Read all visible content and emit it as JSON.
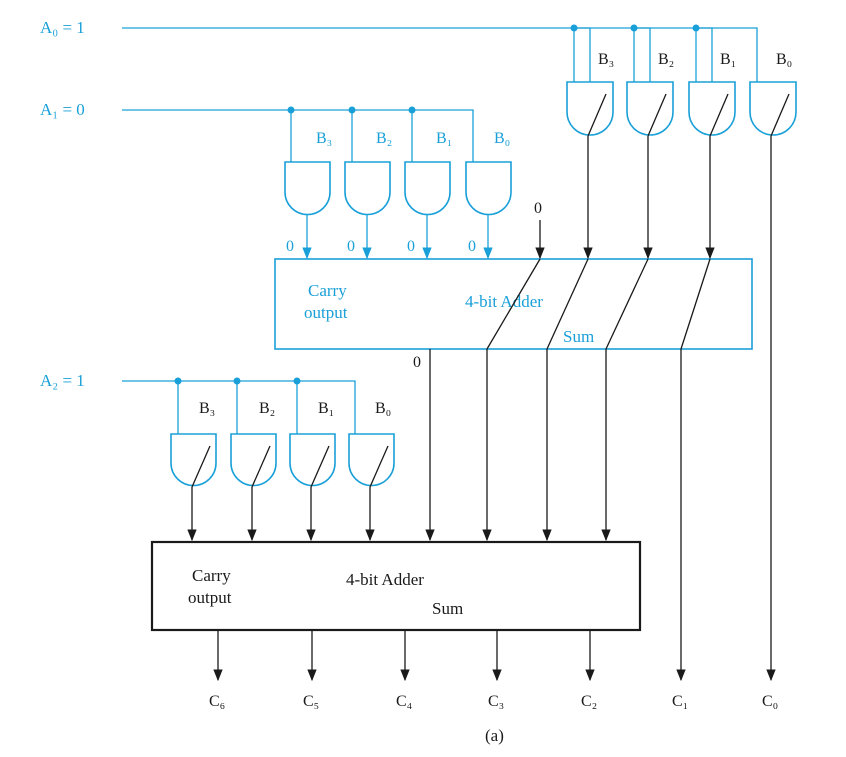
{
  "inputs": {
    "a0": "A₀ = 1",
    "a1": "A₁ = 0",
    "a2": "A₂ = 1"
  },
  "bits": [
    "B₃",
    "B₂",
    "B₁",
    "B₀"
  ],
  "row1_outputs": [
    "0",
    "0",
    "0",
    "0"
  ],
  "adder1": {
    "carry_line1": "Carry",
    "carry_line2": "output",
    "title": "4-bit Adder",
    "sum": "Sum",
    "extra_input": "0",
    "carry_value": "0"
  },
  "adder2": {
    "carry_line1": "Carry",
    "carry_line2": "output",
    "title": "4-bit Adder",
    "sum": "Sum"
  },
  "outputs": [
    "C₆",
    "C₅",
    "C₄",
    "C₃",
    "C₂",
    "C₁",
    "C₀"
  ],
  "caption": "(a)",
  "colors": {
    "accent": "#1aa0d8",
    "ink": "#1a1a1a"
  }
}
